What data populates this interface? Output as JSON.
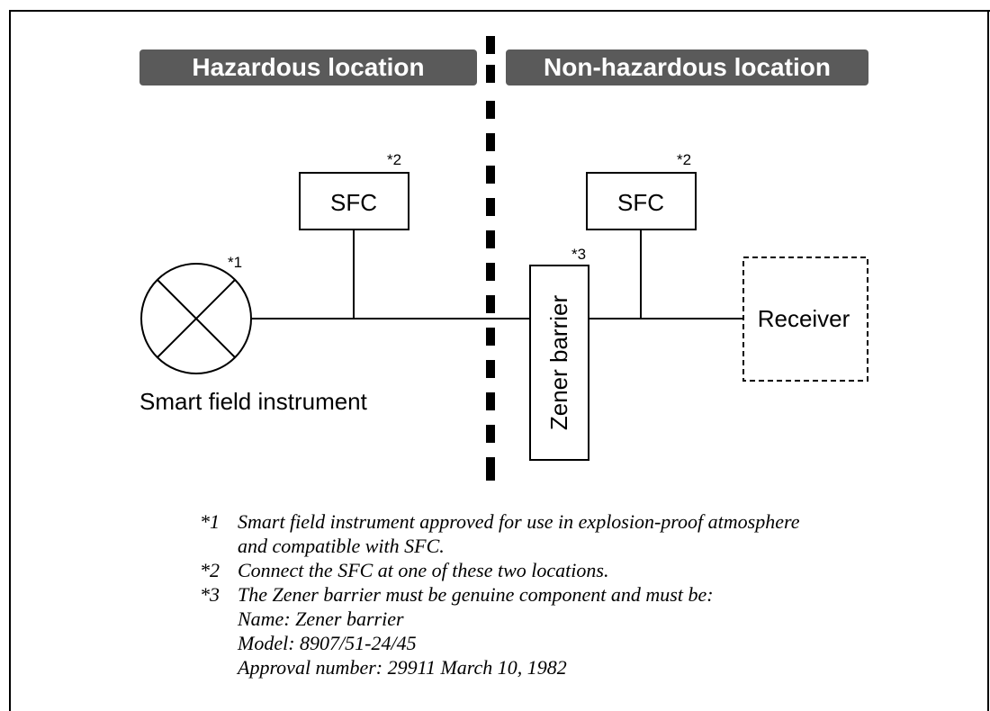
{
  "zones": {
    "hazardous": "Hazardous location",
    "non_hazardous": "Non-hazardous location"
  },
  "components": {
    "sfc_left": {
      "label": "SFC",
      "marker": "*2"
    },
    "sfc_right": {
      "label": "SFC",
      "marker": "*2"
    },
    "instrument": {
      "label": "Smart field instrument",
      "marker": "*1"
    },
    "zener": {
      "label": "Zener barrier",
      "marker": "*3"
    },
    "receiver": {
      "label": "Receiver"
    }
  },
  "notes": [
    {
      "mark": "*1",
      "lines": [
        "Smart field instrument approved for use in explosion-proof atmosphere",
        "and compatible with SFC."
      ]
    },
    {
      "mark": "*2",
      "lines": [
        "Connect the SFC at one of these two locations."
      ]
    },
    {
      "mark": "*3",
      "lines": [
        "The Zener barrier must be genuine component and must be:",
        "Name: Zener barrier",
        "Model: 8907/51-24/45",
        "Approval number: 29911 March 10, 1982"
      ]
    }
  ]
}
